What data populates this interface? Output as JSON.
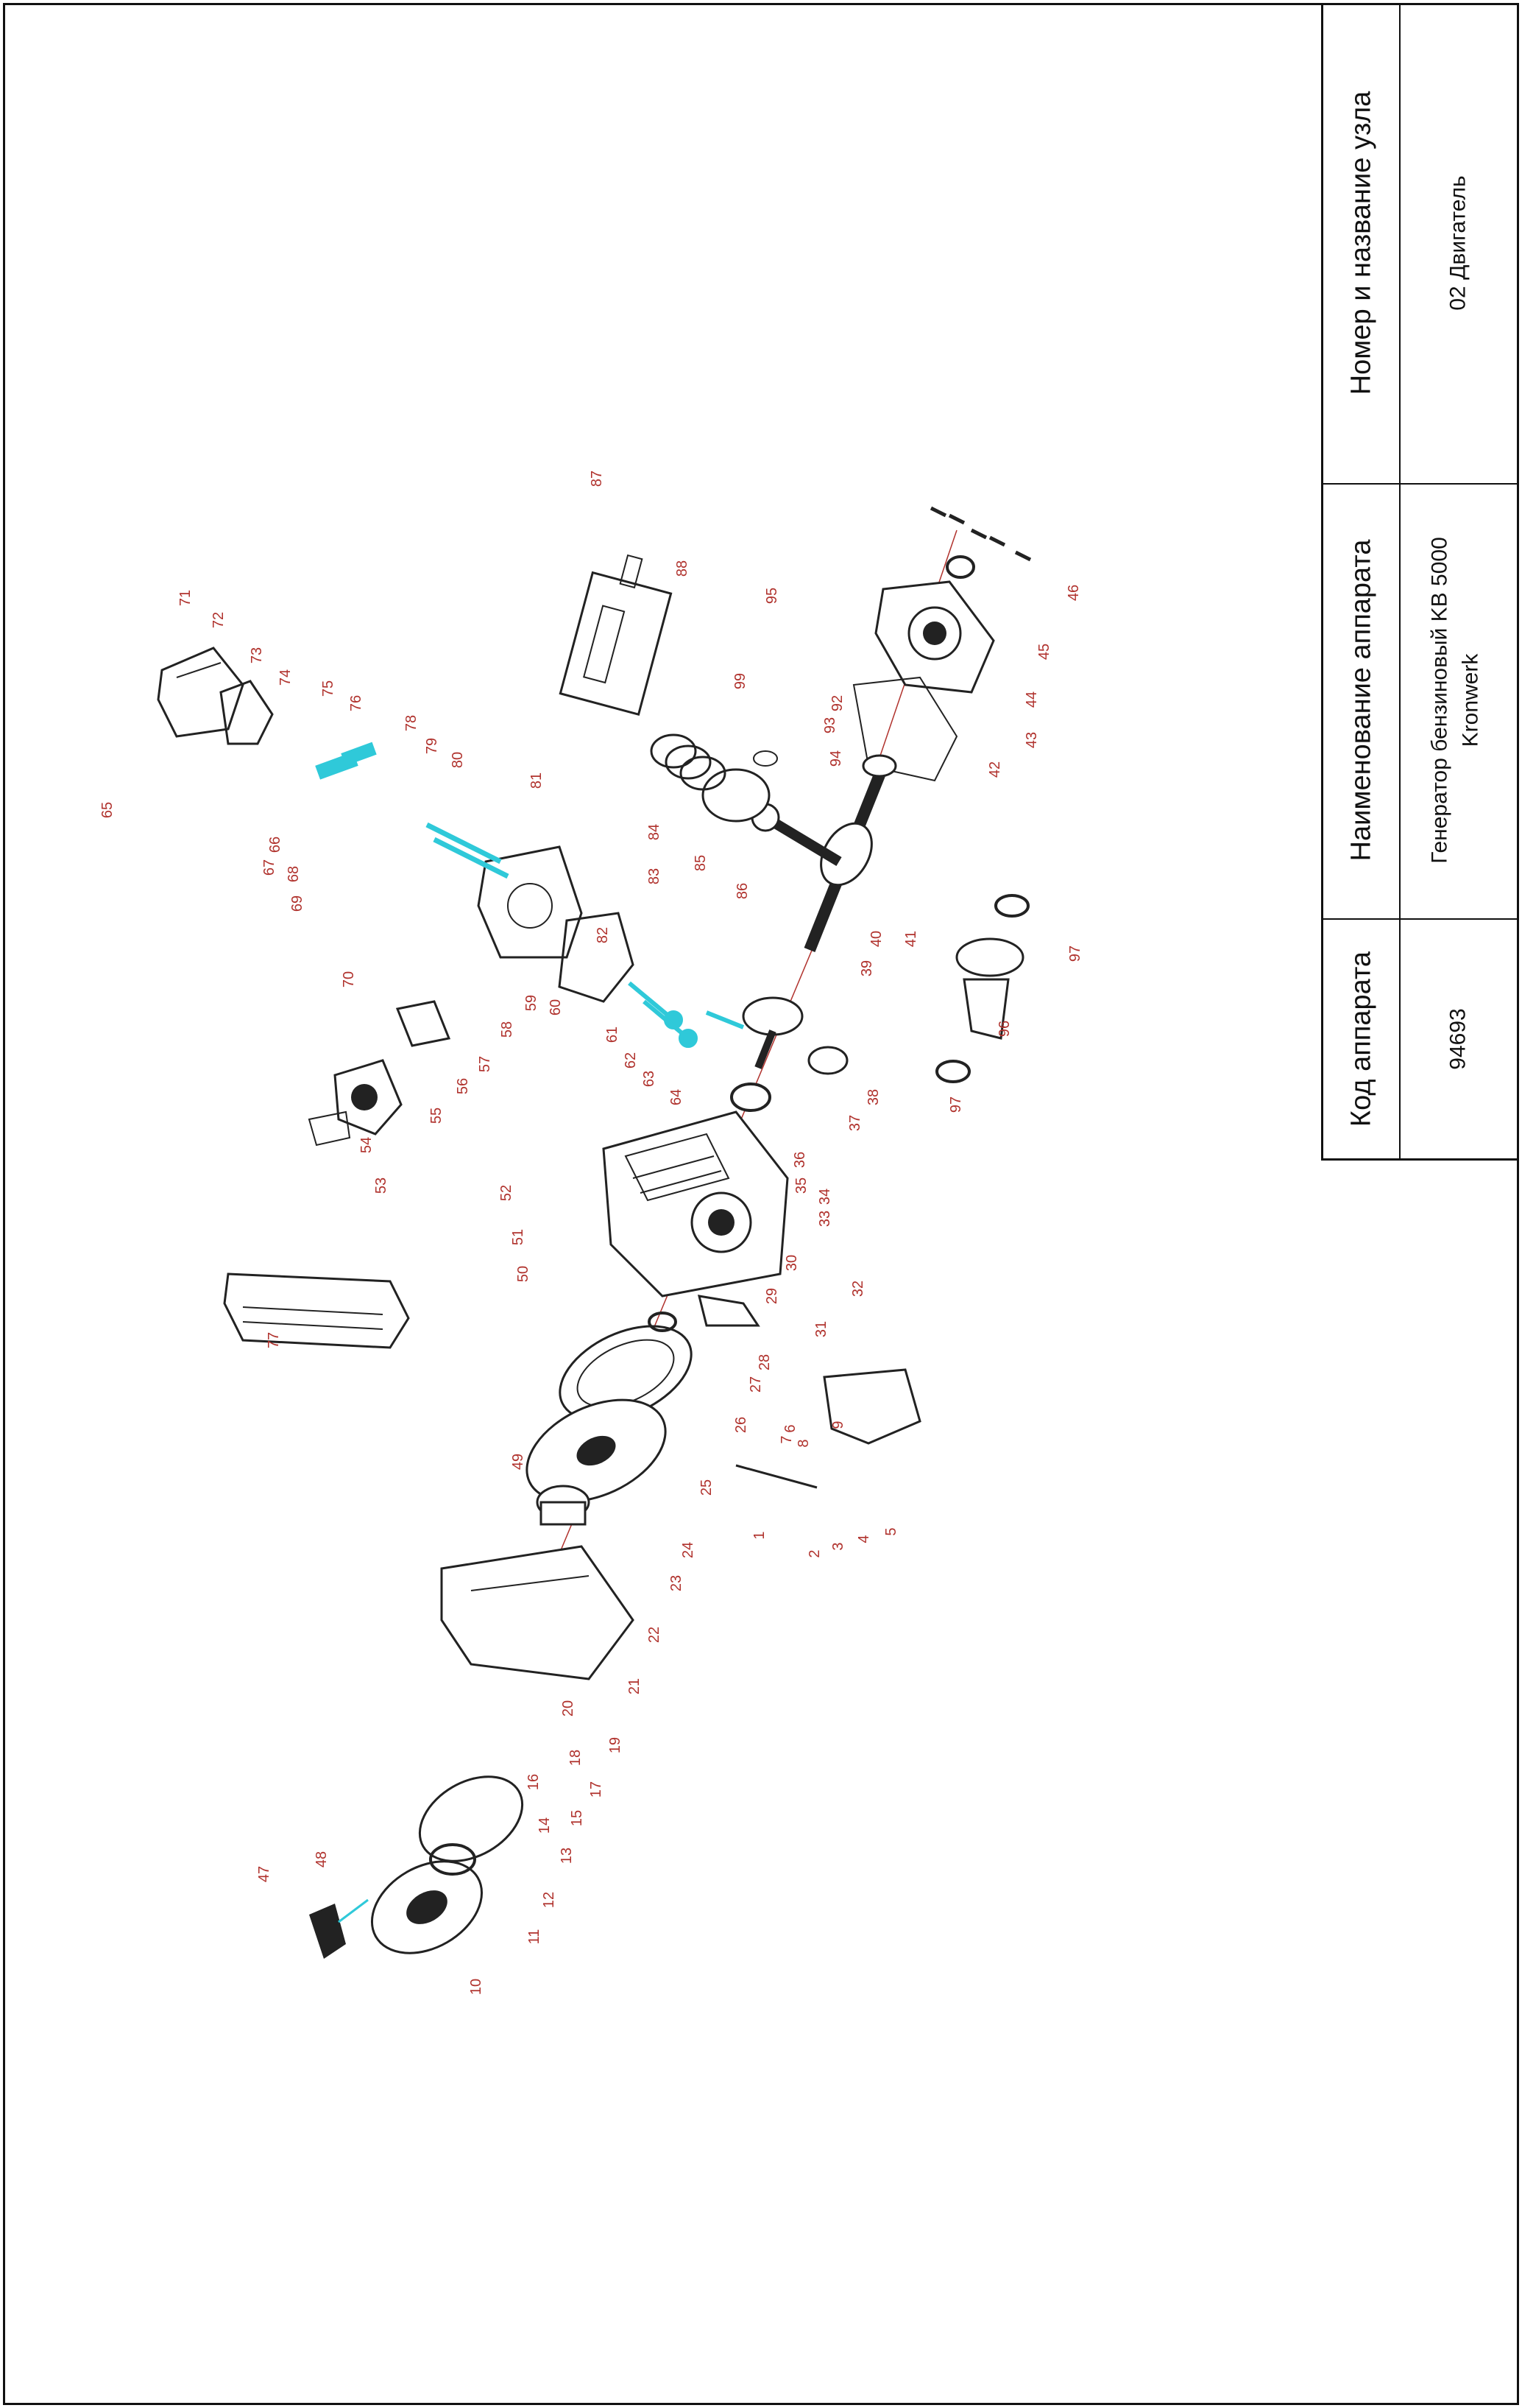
{
  "title_block": {
    "code_label": "Код аппарата",
    "code_value": "94693",
    "name_label": "Наименование аппарата",
    "name_value_line1": "Генератор бензиновый KB 5000",
    "name_value_line2": "Kronwerk",
    "unit_label": "Номер и название узла",
    "unit_value": "02 Двигатель"
  },
  "diagram": {
    "callouts": [
      "1",
      "2",
      "3",
      "4",
      "5",
      "6",
      "7",
      "8",
      "9",
      "10",
      "11",
      "12",
      "13",
      "14",
      "15",
      "16",
      "17",
      "18",
      "19",
      "20",
      "21",
      "22",
      "23",
      "24",
      "25",
      "26",
      "27",
      "28",
      "29",
      "30",
      "31",
      "32",
      "33",
      "34",
      "35",
      "36",
      "37",
      "38",
      "39",
      "40",
      "41",
      "42",
      "43",
      "44",
      "45",
      "46",
      "47",
      "48",
      "49",
      "50",
      "51",
      "52",
      "53",
      "54",
      "55",
      "56",
      "57",
      "58",
      "59",
      "60",
      "61",
      "62",
      "63",
      "64",
      "65",
      "66",
      "67",
      "68",
      "69",
      "70",
      "71",
      "72",
      "73",
      "74",
      "75",
      "76",
      "77",
      "78",
      "79",
      "80",
      "81",
      "82",
      "83",
      "84",
      "85",
      "86",
      "87",
      "88",
      "92",
      "93",
      "94",
      "95",
      "96",
      "97",
      "97",
      "99"
    ],
    "colors": {
      "callout": "#b0322d",
      "line": "#222222",
      "highlight": "#2fc9d9"
    }
  }
}
